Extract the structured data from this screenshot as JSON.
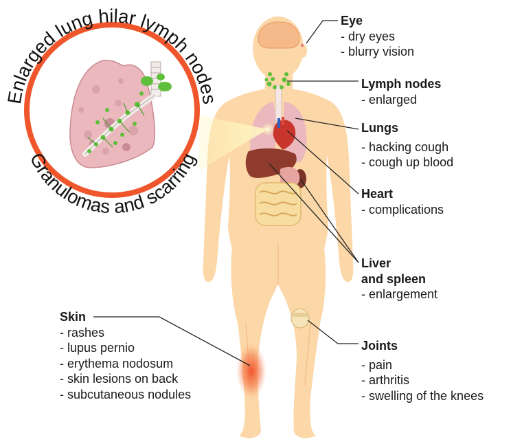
{
  "inset": {
    "arc_top": "Enlarged lung hilar lymph nodes",
    "arc_bottom": "Granulomas and scarring"
  },
  "callouts": {
    "eye": {
      "title": "Eye",
      "items": [
        "- dry eyes",
        "- blurry vision"
      ]
    },
    "lymph": {
      "title": "Lymph nodes",
      "items": [
        "- enlarged"
      ]
    },
    "lungs": {
      "title": "Lungs",
      "items": [
        "- hacking cough",
        "- cough up blood"
      ]
    },
    "heart": {
      "title": "Heart",
      "items": [
        "- complications"
      ]
    },
    "liver": {
      "title_line1": "Liver",
      "title_line2": "and spleen",
      "items": [
        "- enlargement"
      ]
    },
    "joints": {
      "title": "Joints",
      "items": [
        "- pain",
        "- arthritis",
        "- swelling of the knees"
      ]
    },
    "skin": {
      "title": "Skin",
      "items": [
        "- rashes",
        "- lupus pernio",
        "- erythema nodosum",
        "- skin lesions on back",
        "- subcutaneous nodules"
      ]
    }
  },
  "colors": {
    "body": "#fcd7a7",
    "inset_ring": "#f0562b",
    "lung": "#eab8bd",
    "lymph_node": "#5fbf3a",
    "heart": "#c8352d",
    "liver": "#8e3a2c",
    "rash": "#f2552c",
    "leader_line": "#222222"
  }
}
